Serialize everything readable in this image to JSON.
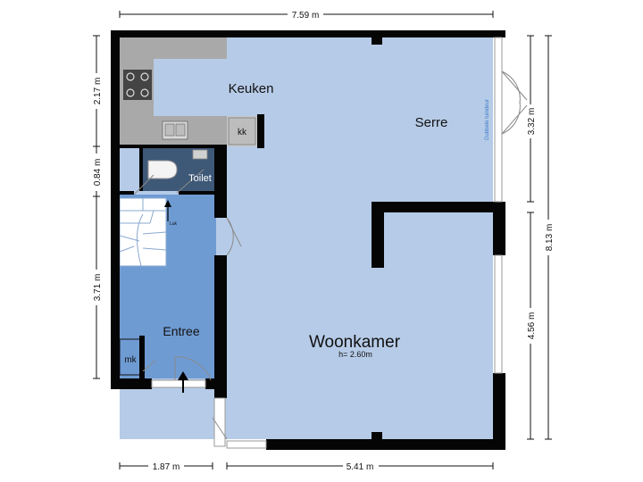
{
  "rooms": {
    "keuken": "Keuken",
    "serre": "Serre",
    "toilet": "Toilet",
    "entree": "Entree",
    "woonkamer": "Woonkamer",
    "height": "h= 2.60m",
    "kk": "kk",
    "mk": "mk",
    "lux": "Luk",
    "dubbele_tuindeur": "Dubbele tuindeur"
  },
  "dimensions": {
    "top_width": "7.59 m",
    "left_top": "2.17 m",
    "left_mid": "0.84 m",
    "left_bottom": "3.71 m",
    "right_serre": "3.32 m",
    "right_woonkamer": "4.56 m",
    "right_total": "8.13 m",
    "bottom_left": "1.87 m",
    "bottom_right": "5.41 m"
  },
  "colors": {
    "main_room": "#b6cbe7",
    "entree": "#6f9bd3",
    "toilet": "#3e5877",
    "kitchen_counter": "#a9a9a9",
    "wall": "#050505",
    "window": "#ffffff"
  }
}
